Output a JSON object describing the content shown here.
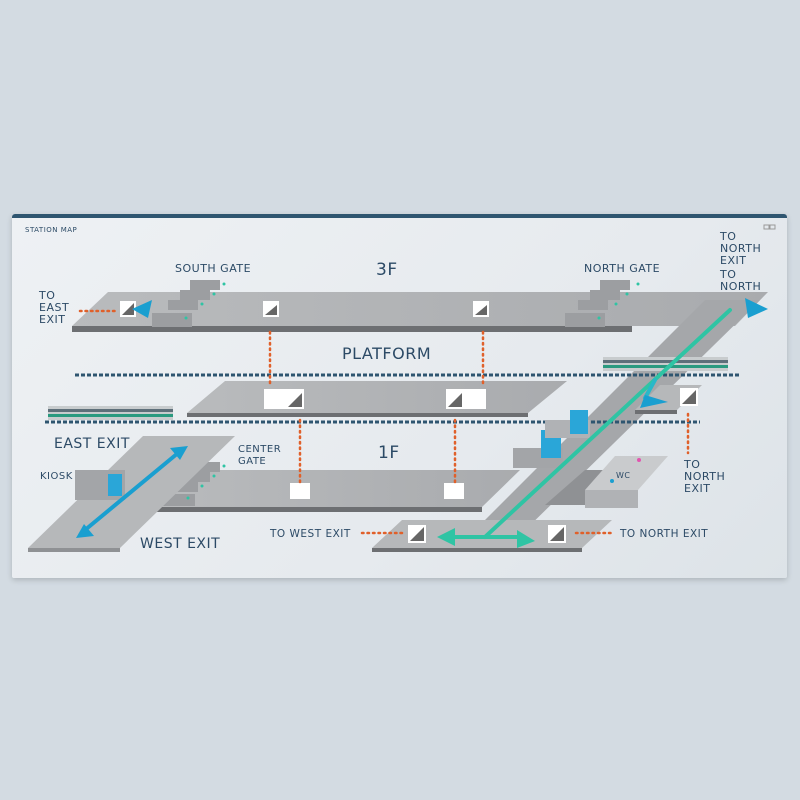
{
  "window": {
    "title": "STATION MAP",
    "controls": [
      "minimize-icon",
      "close-icon"
    ]
  },
  "floors": {
    "top": "3F",
    "middle": "PLATFORM",
    "bottom": "1F"
  },
  "labels": {
    "south_gate": "SOUTH GATE",
    "north_gate": "NORTH GATE",
    "to_east_exit": [
      "TO",
      "EAST",
      "EXIT"
    ],
    "to_north_exit_top": [
      "TO",
      "NORTH",
      "EXIT"
    ],
    "to_north_exit_top_overlap": [
      "TO",
      "NORTH"
    ],
    "east_exit": "EAST EXIT",
    "kiosk": "KIOSK",
    "center_gate": [
      "CENTER",
      "GATE"
    ],
    "west_exit": "WEST EXIT",
    "to_west_exit": "TO WEST EXIT",
    "to_north_exit_bottom": "TO NORTH EXIT",
    "to_north_exit_right": [
      "TO",
      "NORTH",
      "EXIT"
    ],
    "wc": "WC"
  },
  "colors": {
    "route_blue": "#1a9fd0",
    "route_green": "#2fc4a4",
    "connector": "#e0602a",
    "text": "#2c4a66",
    "header": "#2e5570"
  }
}
